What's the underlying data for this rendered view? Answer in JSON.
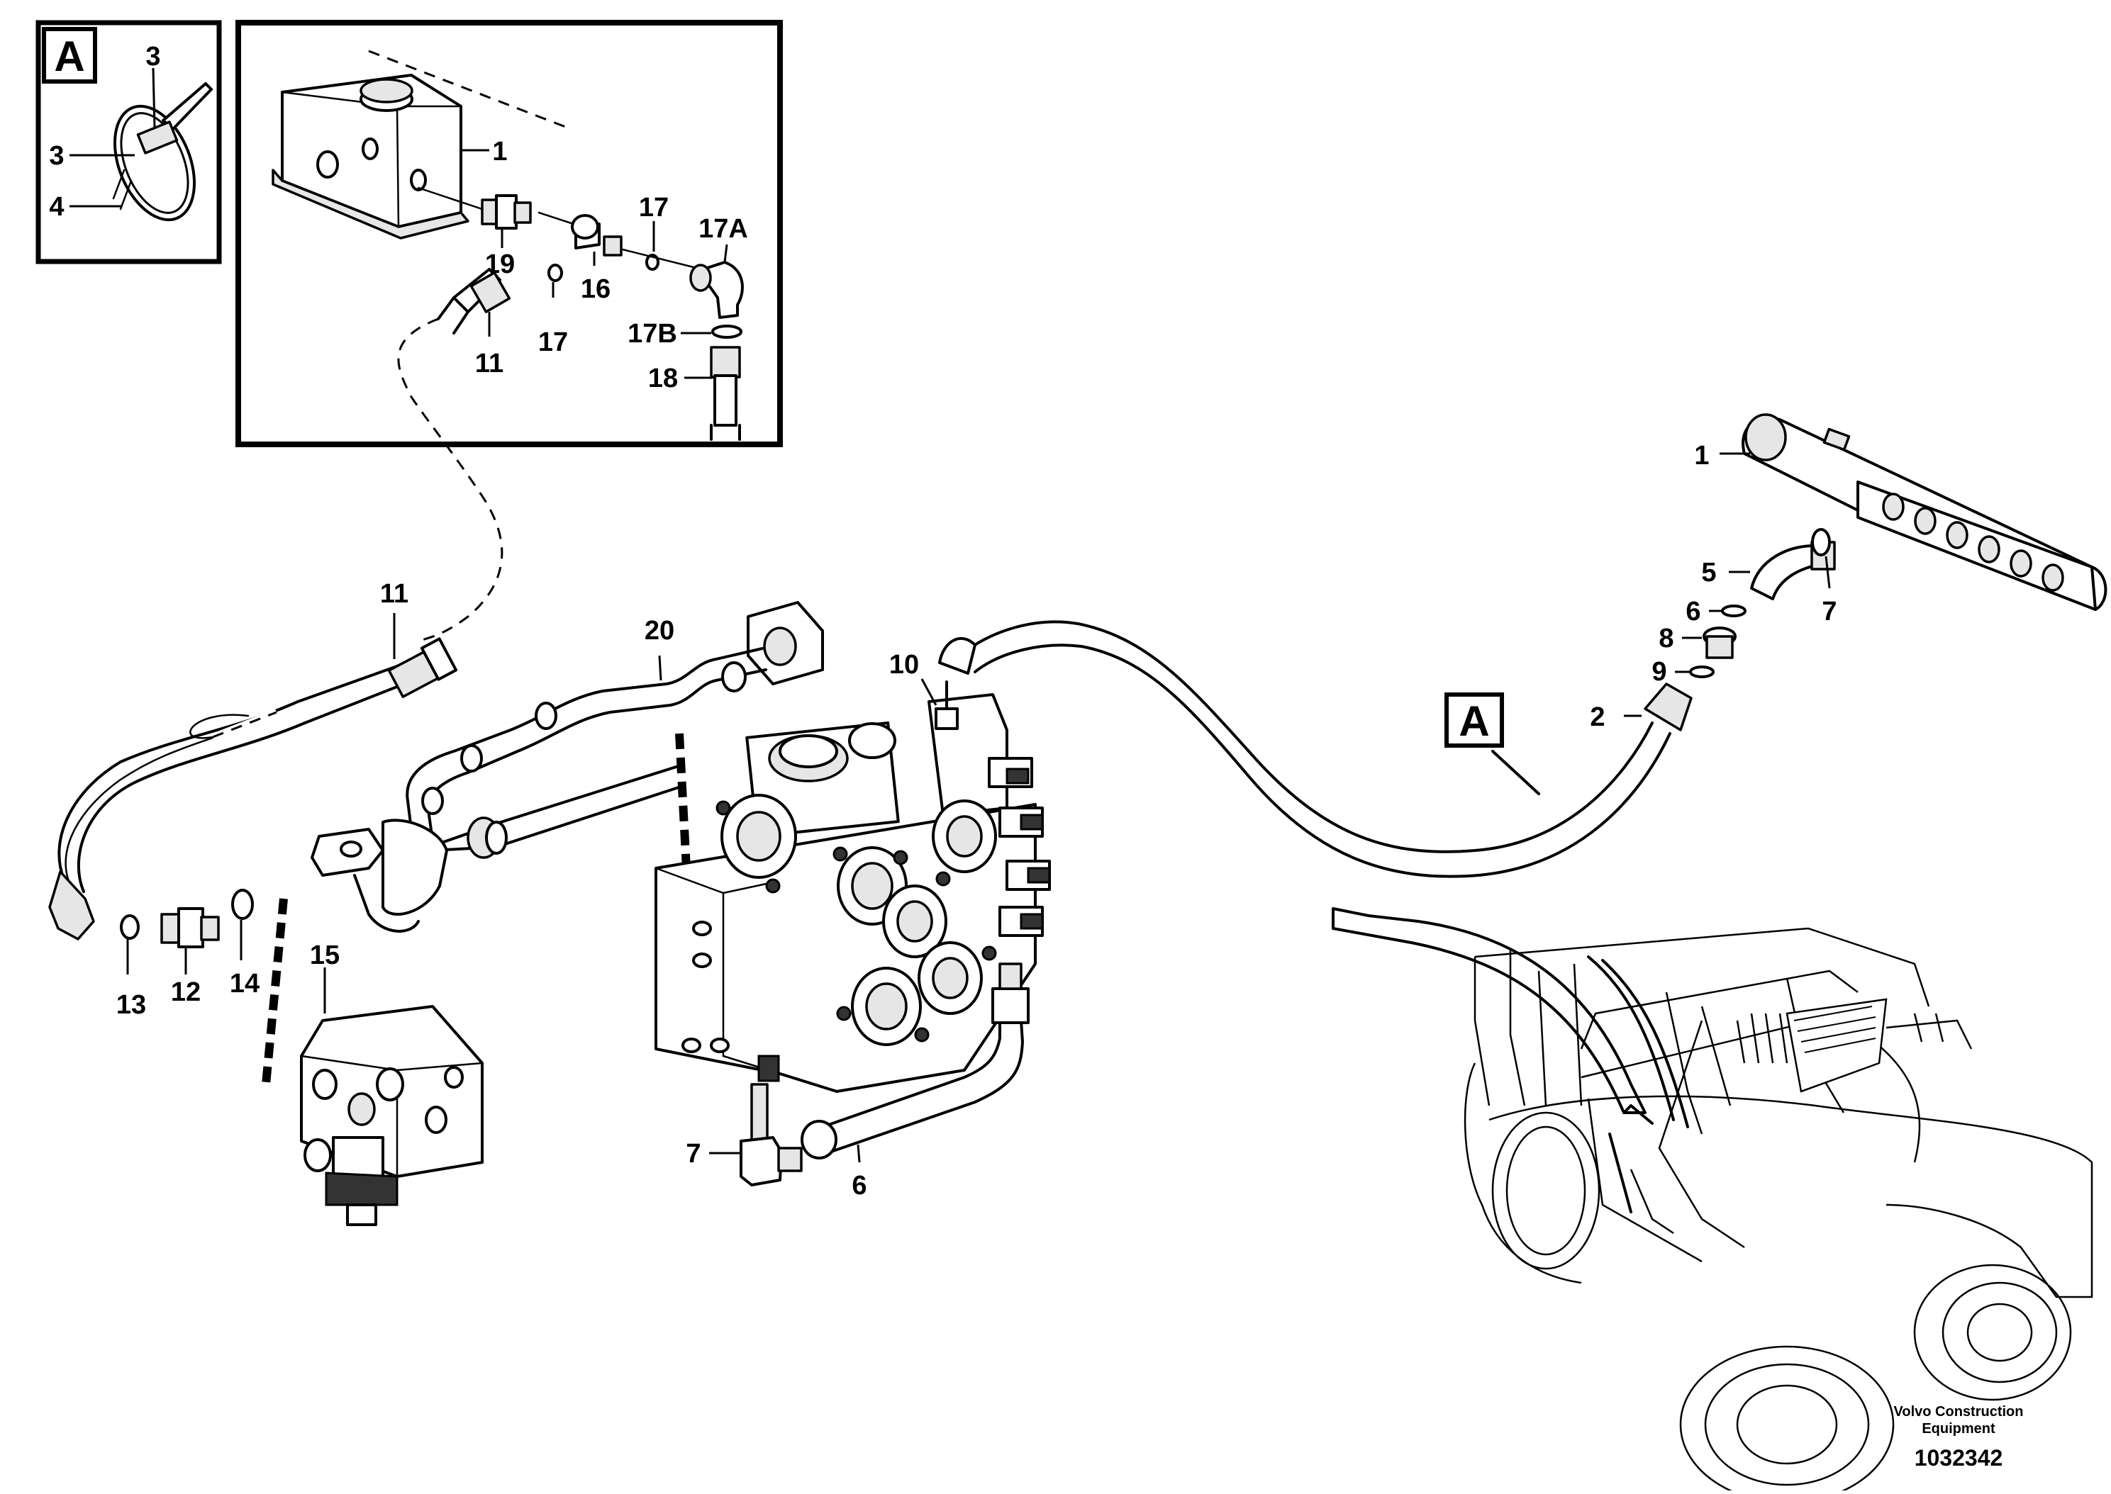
{
  "callouts": {
    "n1_top": "1",
    "n3_a": "3",
    "n3_b": "3",
    "n4": "4",
    "n19": "19",
    "n16": "16",
    "n17_a": "17",
    "n17_b": "17",
    "n17A": "17A",
    "n17B": "17B",
    "n11_top": "11",
    "n18": "18",
    "n11_mid": "11",
    "n20": "20",
    "n10": "10",
    "n1_right": "1",
    "n5": "5",
    "n6_right": "6",
    "n7_right": "7",
    "n8": "8",
    "n9": "9",
    "n2": "2",
    "n13": "13",
    "n12": "12",
    "n14": "14",
    "n15": "15",
    "n7_bottom": "7",
    "n6_bottom": "6"
  },
  "detail_flags": {
    "inset_a": "A",
    "view_a": "A"
  },
  "footer": {
    "brand_line1": "Volvo Construction",
    "brand_line2": "Equipment",
    "drawing_number": "1032342"
  }
}
